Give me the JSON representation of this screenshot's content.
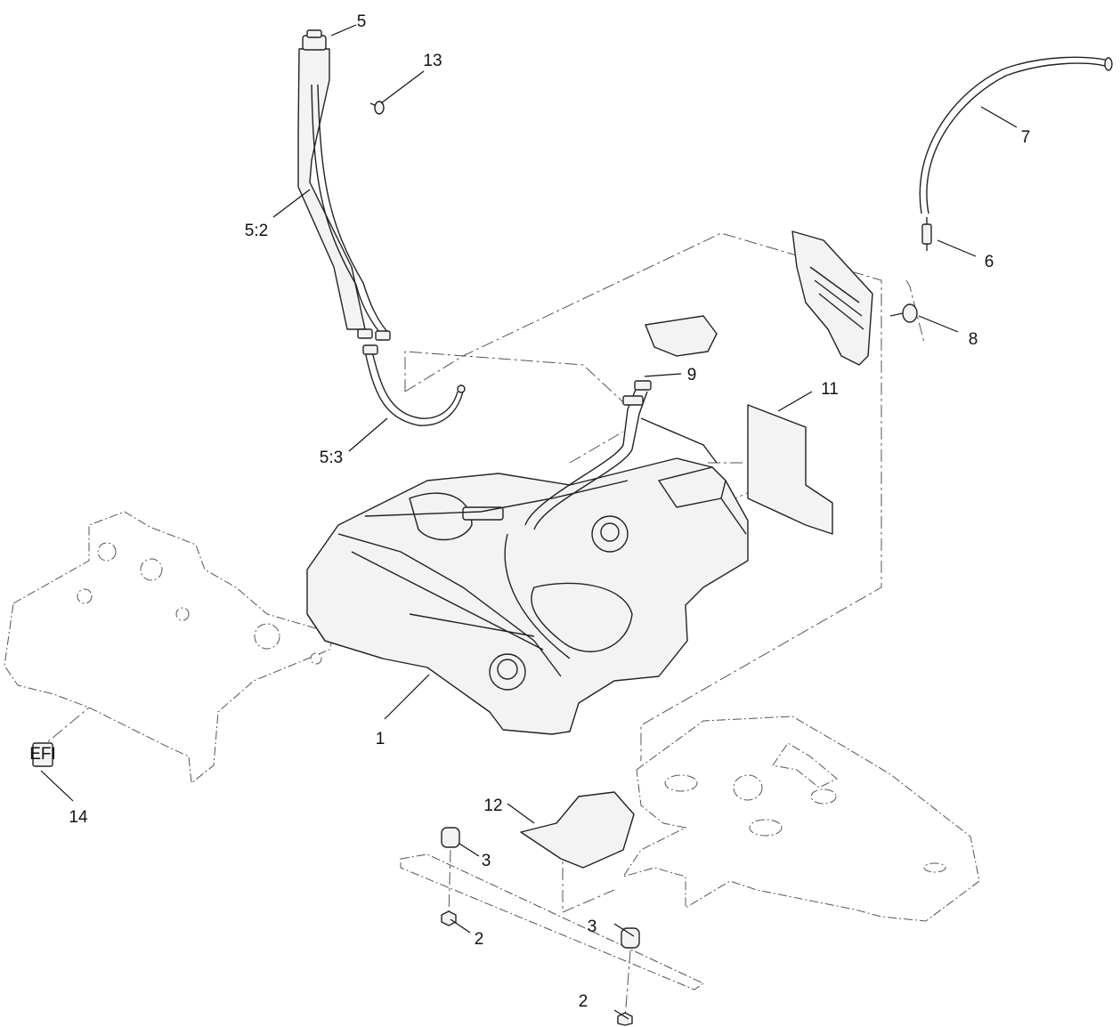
{
  "callouts": {
    "fuel_tank": "1",
    "nut_left": "2",
    "nut_right": "2",
    "bumper_left": "3",
    "bumper_right": "3",
    "filler_neck": "5",
    "vent_hose": "5:2",
    "fill_hose": "5:3",
    "fitting": "6",
    "overflow_hose": "7",
    "grommet": "8",
    "fuel_line_clip": "9",
    "insulator": "11",
    "heat_shield": "12",
    "screw": "13",
    "decal": "14"
  },
  "decal_text": "EFI"
}
